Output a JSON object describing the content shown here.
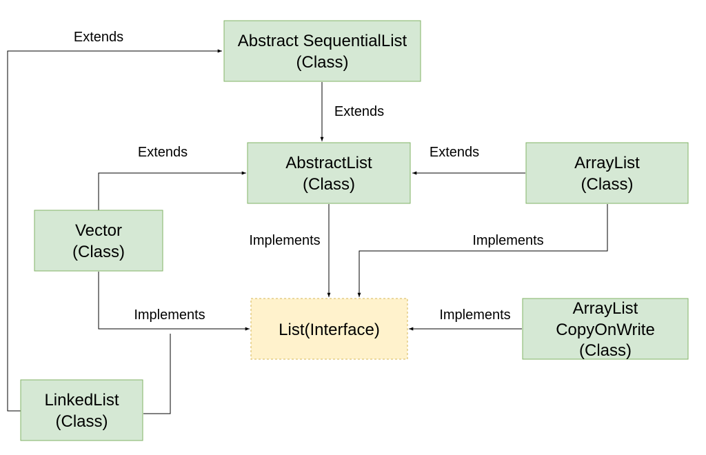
{
  "nodes": {
    "abstract_sequential_list": {
      "line1": "Abstract SequentialList",
      "line2": "(Class)"
    },
    "abstract_list": {
      "line1": "AbstractList",
      "line2": "(Class)"
    },
    "array_list": {
      "line1": "ArrayList",
      "line2": "(Class)"
    },
    "vector": {
      "line1": "Vector",
      "line2": "(Class)"
    },
    "list_interface": {
      "line1": "List(Interface)"
    },
    "array_list_cow": {
      "line1": "ArrayList",
      "line2": "CopyOnWrite",
      "line3": "(Class)"
    },
    "linked_list": {
      "line1": "LinkedList",
      "line2": "(Class)"
    }
  },
  "edges": {
    "linkedlist_to_abstractseq": "Extends",
    "abstractseq_to_abstractlist": "Extends",
    "vector_to_abstractlist": "Extends",
    "arraylist_to_abstractlist": "Extends",
    "abstractlist_to_list": "Implements",
    "arraylist_to_list": "Implements",
    "vector_to_list": "Implements",
    "arraylistcow_to_list": "Implements"
  },
  "colors": {
    "class_fill": "#d5e8d4",
    "class_stroke": "#82b366",
    "interface_fill": "#fff2cc",
    "interface_stroke": "#d6b656"
  }
}
